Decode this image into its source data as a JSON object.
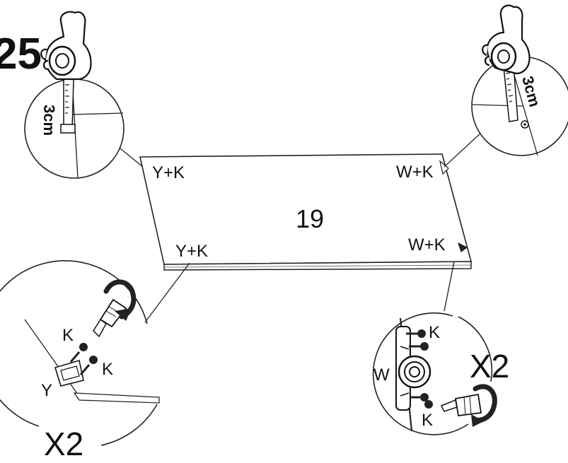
{
  "step": {
    "number": "25"
  },
  "panel": {
    "part_number": "19"
  },
  "labels": {
    "top_left": "Y+K",
    "top_right": "W+K",
    "bottom_left": "Y+K",
    "bottom_right": "W+K"
  },
  "detail_top_left": {
    "measure": "3cm"
  },
  "detail_top_right": {
    "measure": "3cm"
  },
  "detail_bottom_left": {
    "screw_label_1": "K",
    "screw_label_2": "K",
    "part_label": "Y",
    "multiplier": "X2"
  },
  "detail_bottom_right": {
    "screw_label_1": "K",
    "screw_label_2": "K",
    "part_label": "W",
    "multiplier": "X2"
  },
  "colors": {
    "line": "#222222",
    "fill": "#ffffff",
    "shade": "#333333"
  }
}
